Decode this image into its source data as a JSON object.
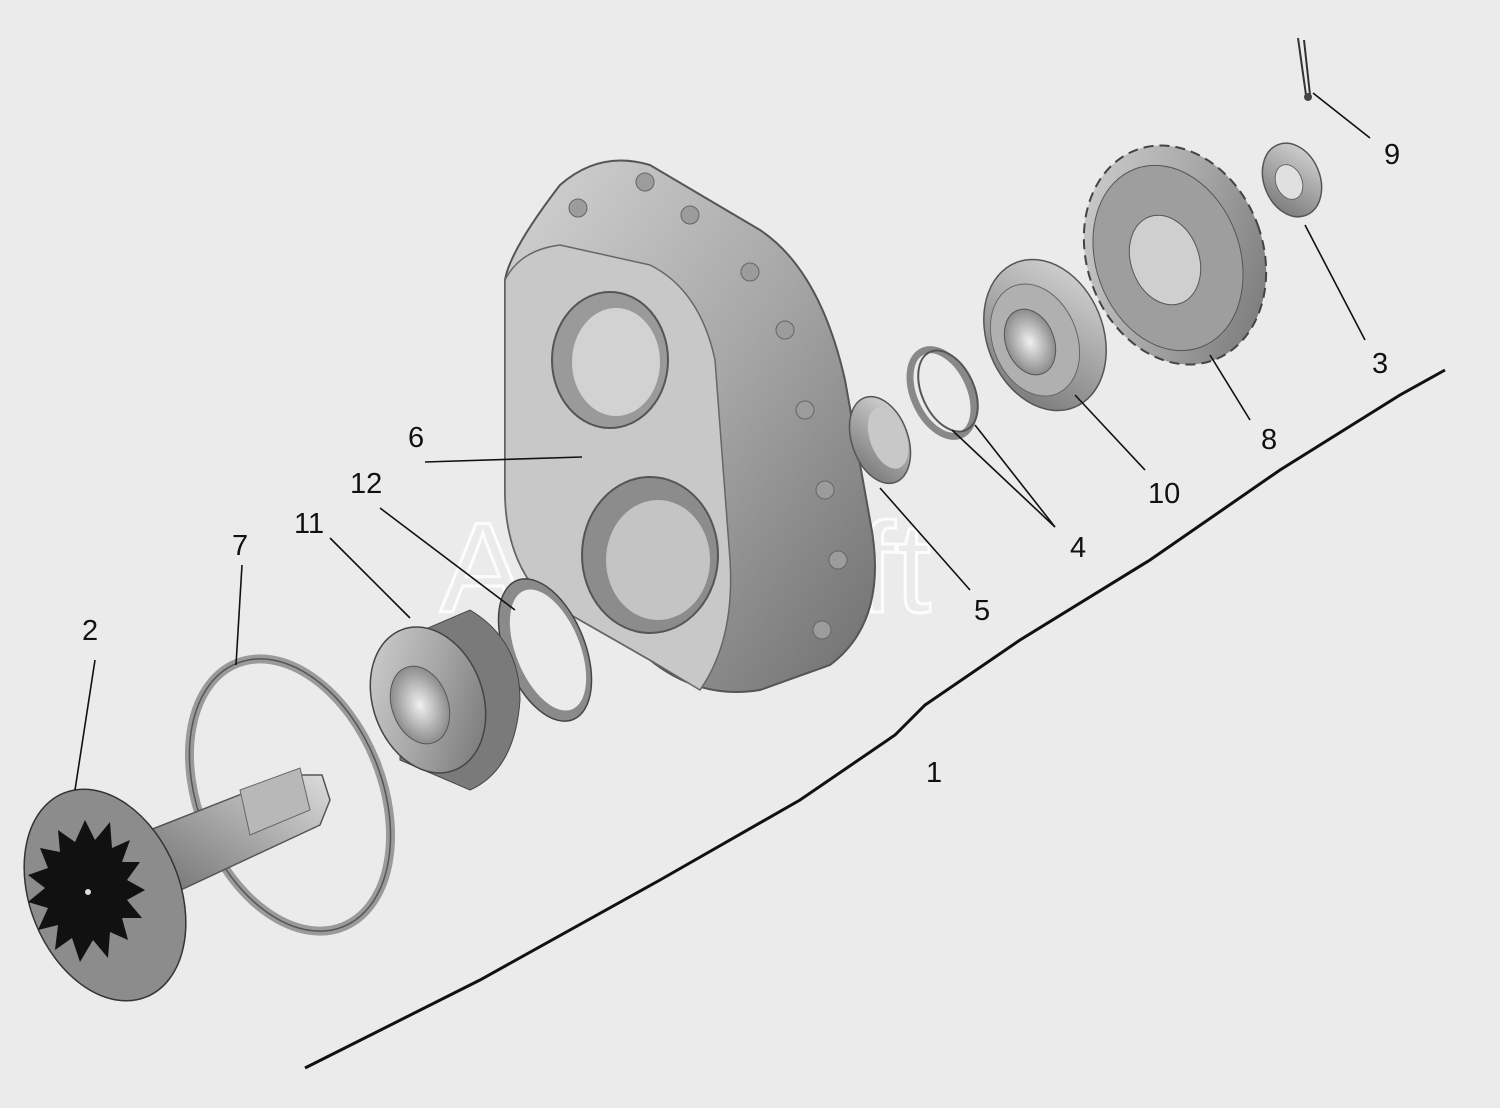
{
  "watermark": "AutoSoft",
  "callouts": [
    {
      "id": "1",
      "text": "1"
    },
    {
      "id": "2",
      "text": "2"
    },
    {
      "id": "3",
      "text": "3"
    },
    {
      "id": "4",
      "text": "4"
    },
    {
      "id": "5",
      "text": "5"
    },
    {
      "id": "6",
      "text": "6"
    },
    {
      "id": "7",
      "text": "7"
    },
    {
      "id": "8",
      "text": "8"
    },
    {
      "id": "9",
      "text": "9"
    },
    {
      "id": "10",
      "text": "10"
    },
    {
      "id": "11",
      "text": "11"
    },
    {
      "id": "12",
      "text": "12"
    }
  ],
  "colors": {
    "background": "#ebebeb",
    "part_dark": "#8a8a8a",
    "part_mid": "#b4b4b4",
    "part_light": "#d8d8d8",
    "gear_face": "#111111"
  }
}
